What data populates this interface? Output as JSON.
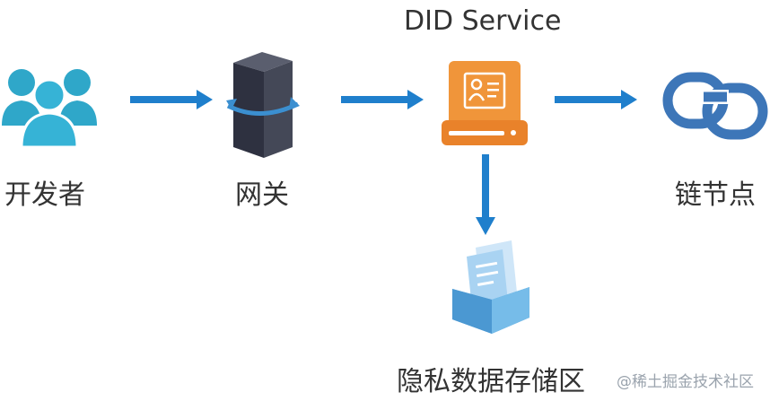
{
  "title": "DID Service",
  "nodes": {
    "developer": {
      "label": "开发者",
      "icon": "users-icon"
    },
    "gateway": {
      "label": "网关",
      "icon": "server-icon"
    },
    "did_service": {
      "label": "DID Service",
      "icon": "id-card-drive-icon"
    },
    "chain_node": {
      "label": "链节点",
      "icon": "chain-link-icon"
    },
    "private_storage": {
      "label": "隐私数据存储区",
      "icon": "document-tray-icon"
    }
  },
  "watermark": "@稀土掘金技术社区",
  "colors": {
    "arrow": "#1f7fcc",
    "users": "#2fa7c9",
    "server": "#3a3d4d",
    "service": "#f0953a",
    "chain": "#3d76b8",
    "tray": "#5aa9e0"
  }
}
